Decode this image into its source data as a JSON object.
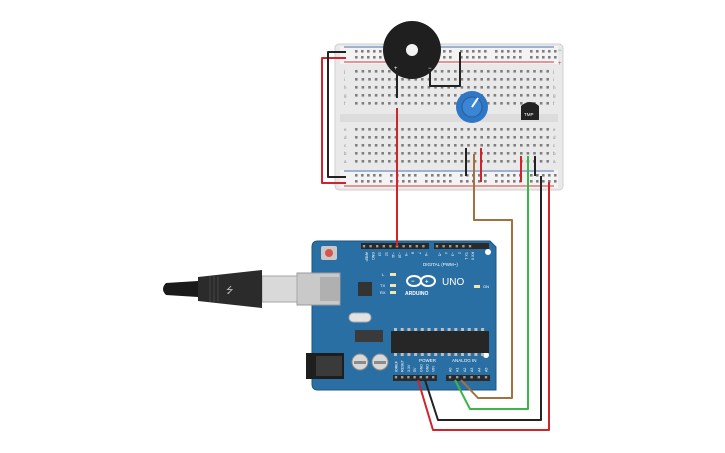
{
  "arduino": {
    "brand": "ARDUINO",
    "model": "UNO",
    "digital_label": "DIGITAL (PWM~)",
    "power_label": "POWER",
    "analog_label": "ANALOG IN",
    "on_label": "ON",
    "led_l": "L",
    "led_tx": "TX",
    "led_rx": "RX",
    "digital_pins": [
      "AREF",
      "GND",
      "13",
      "12",
      "~11",
      "~10",
      "~9",
      "8",
      "7",
      "~6",
      "~5",
      "4",
      "~3",
      "2",
      "TX 1",
      "RX 0"
    ],
    "power_pins": [
      "IOREF",
      "RESET",
      "3.3V",
      "5V",
      "GND",
      "GND",
      "VIN"
    ],
    "analog_pins": [
      "A0",
      "A1",
      "A2",
      "A3",
      "A4",
      "A5"
    ]
  },
  "breadboard": {
    "row_letters_top": [
      "j",
      "i",
      "h",
      "g",
      "f"
    ],
    "row_letters_bottom": [
      "e",
      "d",
      "c",
      "b",
      "a"
    ],
    "plus_label": "+",
    "minus_label": "−",
    "columns": 30
  },
  "components": {
    "buzzer": {
      "plus": "+",
      "minus": "−"
    },
    "temp_sensor": {
      "label": "TMP"
    }
  },
  "colors": {
    "board_blue": "#2a6fa3",
    "wire_red": "#d0242b",
    "wire_black": "#222222",
    "wire_green": "#3cb54a",
    "wire_brown": "#a2713f",
    "rail_red": "#d23a3a",
    "rail_blue": "#4f6fb0",
    "pot_blue": "#2f77c4"
  }
}
